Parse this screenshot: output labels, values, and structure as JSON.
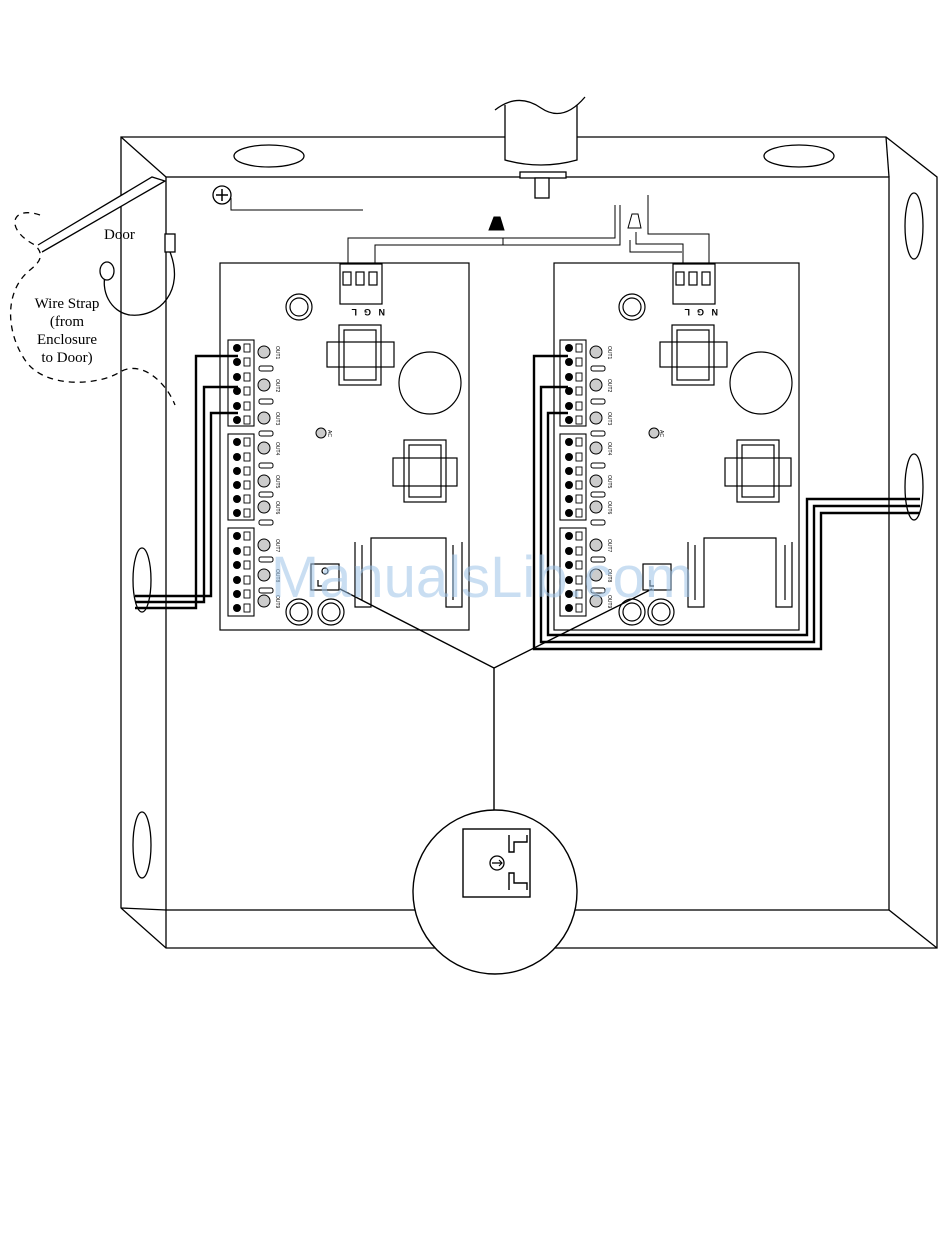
{
  "labels": {
    "door": "Door",
    "wire_strap": [
      "Wire Strap",
      "(from",
      "Enclosure",
      "to Door)"
    ]
  },
  "board": {
    "terminal_labels": [
      "N",
      "G",
      "L"
    ],
    "output_labels": [
      "OUT1",
      "OUT2",
      "OUT3",
      "OUT4",
      "OUT5",
      "OUT6",
      "OUT7",
      "OUT8",
      "OUT9"
    ],
    "ac_label": "AC"
  },
  "watermark": "ManualsLib.com",
  "icons": {
    "ground_screw": "ground-screw-icon",
    "adjust_pot": "potentiometer-icon"
  },
  "colors": {
    "line": "#000000",
    "led_fill": "#cccccc",
    "watermark": "#9cc3e8"
  }
}
